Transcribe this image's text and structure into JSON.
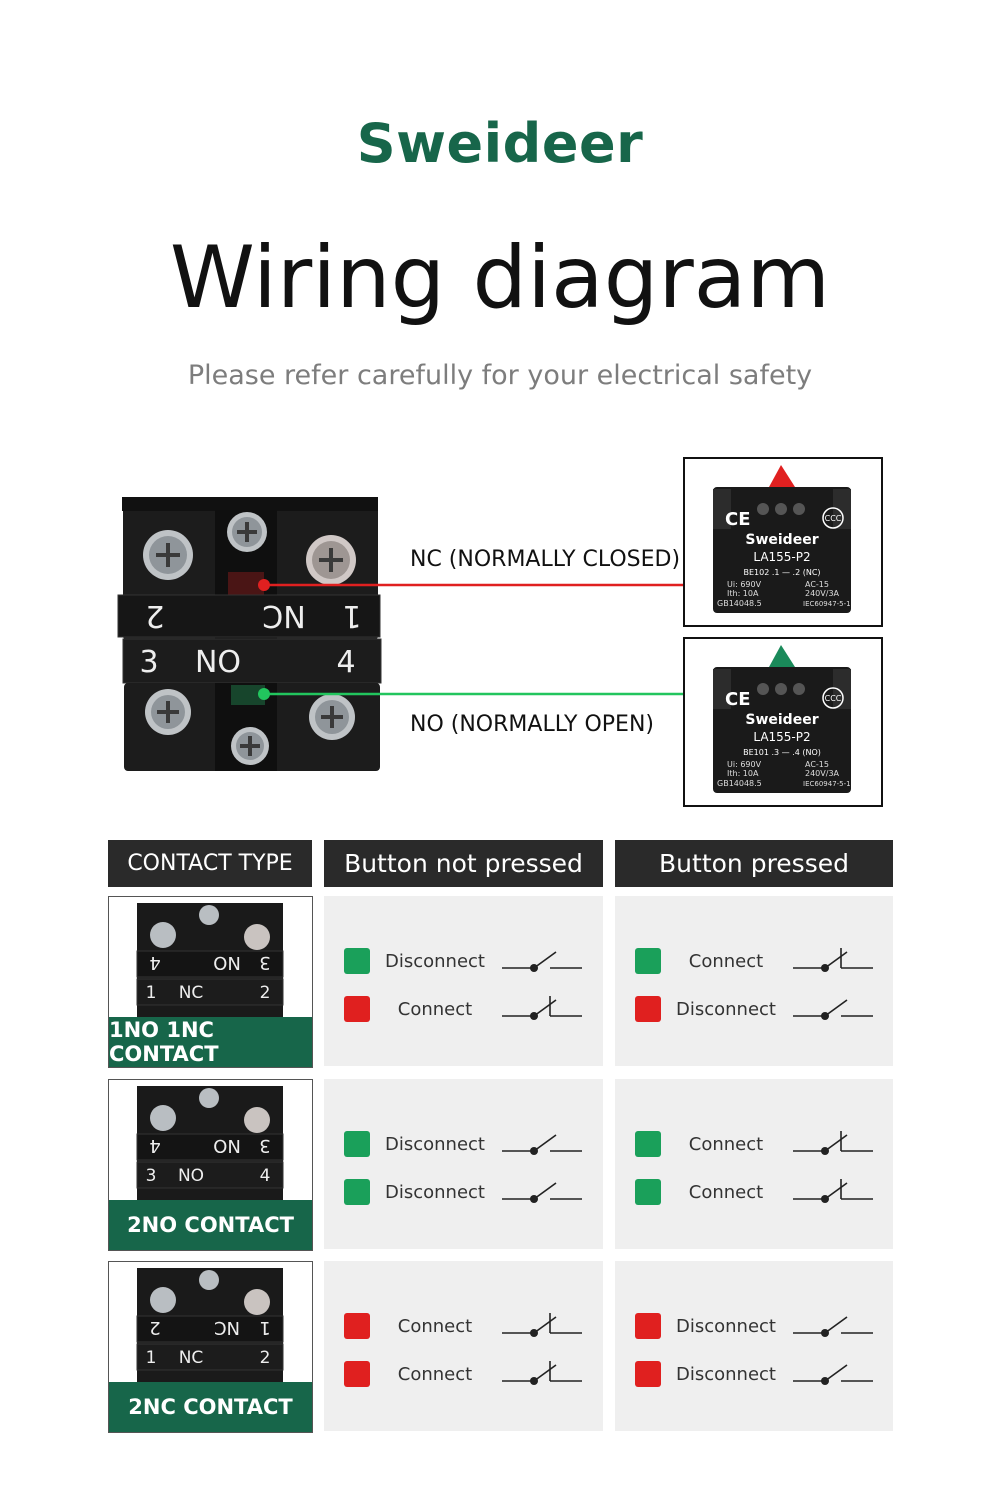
{
  "header": {
    "brand": "Sweideer",
    "title": "Wiring diagram",
    "subtitle": "Please refer carefully for your electrical safety"
  },
  "colors": {
    "brand_green": "#17664a",
    "accent_orange": "#e8892c",
    "nc_red": "#e02020",
    "no_green": "#22c55e",
    "indicator_green": "#1aa05a",
    "indicator_red": "#e0201f",
    "header_bg": "#2a2a2a",
    "cell_bg": "#efefef"
  },
  "device": {
    "upper_left_num": "2",
    "upper_label": "NC",
    "upper_right_num": "1",
    "lower_left_num": "3",
    "lower_label": "NO",
    "lower_right_num": "4"
  },
  "leads": {
    "nc_label": "NC (NORMALLY CLOSED)",
    "no_label": "NO (NORMALLY OPEN)"
  },
  "modules": [
    {
      "brand": "Sweideer",
      "model": "LA155-P2",
      "code": "BE102 .1 — .2 (NC)",
      "left_spec": [
        "Ui: 690V",
        "Ith: 10A",
        "GB14048.5"
      ],
      "right_spec": [
        "AC-15",
        "240V/3A",
        "IEC60947-5-1"
      ],
      "ce": "CE",
      "ccc": "CCC",
      "tab_color": "#e02020"
    },
    {
      "brand": "Sweideer",
      "model": "LA155-P2",
      "code": "BE101 .3 — .4 (NO)",
      "left_spec": [
        "Ui: 690V",
        "Ith: 10A",
        "GB14048.5"
      ],
      "right_spec": [
        "AC-15",
        "240V/3A",
        "IEC60947-5-1"
      ],
      "ce": "CE",
      "ccc": "CCC",
      "tab_color": "#1a8a5a"
    }
  ],
  "table": {
    "headers": [
      "CONTACT TYPE",
      "Button not pressed",
      "Button pressed"
    ],
    "rows": [
      {
        "label": "1NO 1NC CONTACT",
        "thumb": {
          "top_left": "4",
          "top_mid": "NO",
          "top_right": "3",
          "bot_left": "1",
          "bot_mid": "NC",
          "bot_right": "2"
        },
        "not_pressed": [
          {
            "color": "green",
            "state": "Disconnect",
            "switch": "open"
          },
          {
            "color": "red",
            "state": "Connect",
            "switch": "closed"
          }
        ],
        "pressed": [
          {
            "color": "green",
            "state": "Connect",
            "switch": "closed"
          },
          {
            "color": "red",
            "state": "Disconnect",
            "switch": "open"
          }
        ]
      },
      {
        "label": "2NO  CONTACT",
        "thumb": {
          "top_left": "4",
          "top_mid": "NO",
          "top_right": "3",
          "bot_left": "3",
          "bot_mid": "NO",
          "bot_right": "4"
        },
        "not_pressed": [
          {
            "color": "green",
            "state": "Disconnect",
            "switch": "open"
          },
          {
            "color": "green",
            "state": "Disconnect",
            "switch": "open"
          }
        ],
        "pressed": [
          {
            "color": "green",
            "state": "Connect",
            "switch": "closed"
          },
          {
            "color": "green",
            "state": "Connect",
            "switch": "closed"
          }
        ]
      },
      {
        "label": "2NC  CONTACT",
        "thumb": {
          "top_left": "2",
          "top_mid": "NC",
          "top_right": "1",
          "bot_left": "1",
          "bot_mid": "NC",
          "bot_right": "2"
        },
        "not_pressed": [
          {
            "color": "red",
            "state": "Connect",
            "switch": "closed"
          },
          {
            "color": "red",
            "state": "Connect",
            "switch": "closed"
          }
        ],
        "pressed": [
          {
            "color": "red",
            "state": "Disconnect",
            "switch": "open"
          },
          {
            "color": "red",
            "state": "Disconnect",
            "switch": "open"
          }
        ]
      }
    ]
  }
}
